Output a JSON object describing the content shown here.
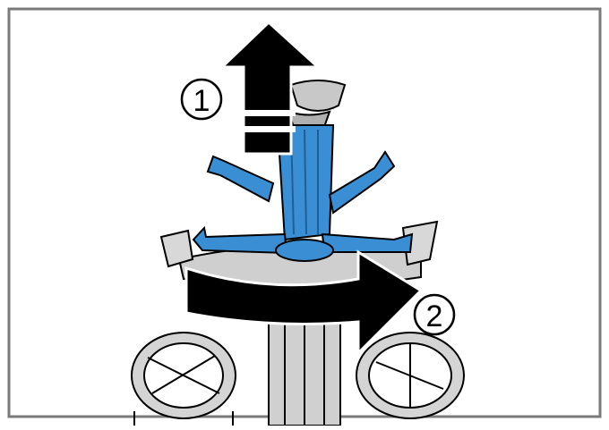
{
  "steps": [
    {
      "number": "1",
      "description": "Lift up"
    },
    {
      "number": "2",
      "description": "Turn"
    }
  ],
  "icons": {
    "up_arrow": "up-arrow-icon",
    "rotate_arrow": "rotate-arrow-icon"
  },
  "colors": {
    "frame": "#7a7a7a",
    "part_blue": "#3a8fd4",
    "part_outline": "#000000",
    "gray_part": "#c8c8c8",
    "gray_dark": "#9a9a9a",
    "arrow": "#000000",
    "background": "#ffffff"
  }
}
